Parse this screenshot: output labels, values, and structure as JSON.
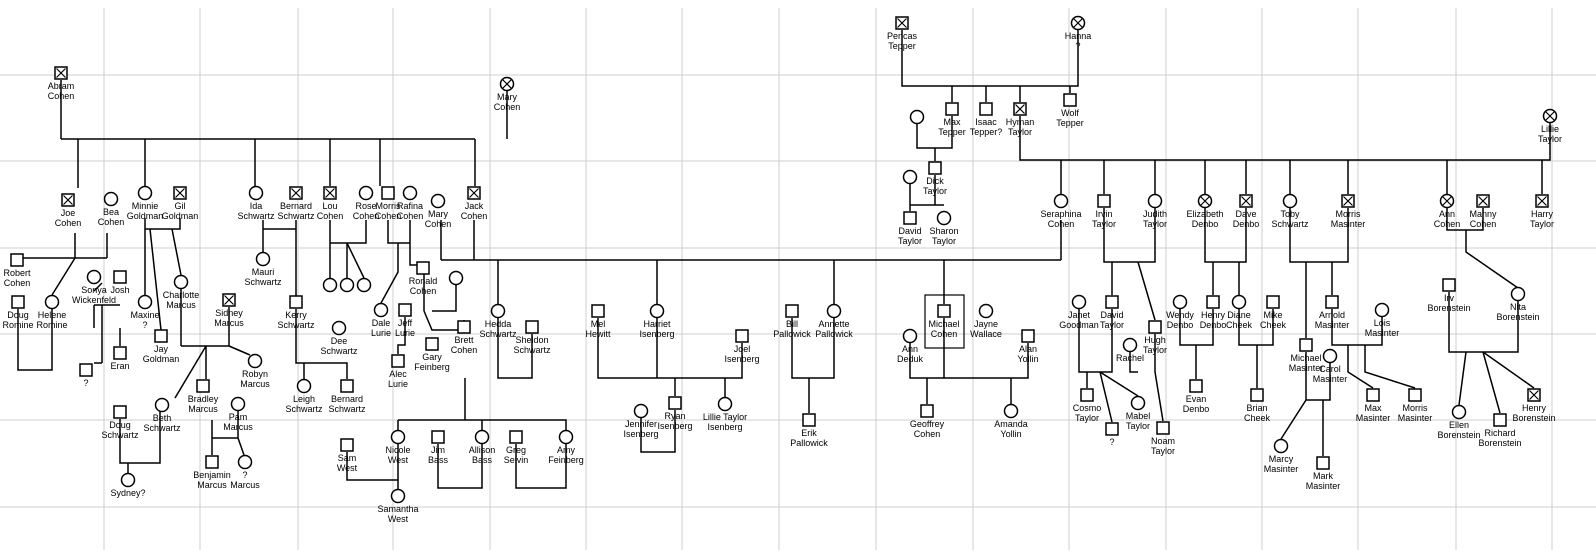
{
  "people": [
    {
      "id": "abram",
      "name": "Abram Cohen",
      "sex": "m",
      "deceased": true
    },
    {
      "id": "mary_c",
      "name": "Mary Cohen",
      "sex": "f",
      "deceased": true
    },
    {
      "id": "joe",
      "name": "Joe Cohen",
      "sex": "m",
      "deceased": true
    },
    {
      "id": "bea",
      "name": "Bea Cohen",
      "sex": "f",
      "deceased": false
    },
    {
      "id": "minnie",
      "name": "Minnie Goldman",
      "sex": "f",
      "deceased": false
    },
    {
      "id": "gil",
      "name": "Gil Goldman",
      "sex": "m",
      "deceased": true
    },
    {
      "id": "ida",
      "name": "Ida Schwartz",
      "sex": "f",
      "deceased": false
    },
    {
      "id": "bernard_s",
      "name": "Bernard Schwartz",
      "sex": "m",
      "deceased": true
    },
    {
      "id": "lou",
      "name": "Lou Cohen",
      "sex": "m",
      "deceased": true
    },
    {
      "id": "rose",
      "name": "Rose Cohen",
      "sex": "f",
      "deceased": false
    },
    {
      "id": "morris_c",
      "name": "Morris Cohen",
      "sex": "m",
      "deceased": false
    },
    {
      "id": "rafina",
      "name": "Rafina Cohen",
      "sex": "f",
      "deceased": false
    },
    {
      "id": "mary_c2",
      "name": "Mary Cohen",
      "sex": "f",
      "deceased": false
    },
    {
      "id": "jack",
      "name": "Jack Cohen",
      "sex": "m",
      "deceased": true
    },
    {
      "id": "robert",
      "name": "Robert Cohen",
      "sex": "m",
      "deceased": false
    },
    {
      "id": "sonya",
      "name": "Sonya Wickenfeld",
      "sex": "f",
      "deceased": false
    },
    {
      "id": "josh",
      "name": "Josh",
      "sex": "m",
      "deceased": false
    },
    {
      "id": "doug_r",
      "name": "Doug Romine",
      "sex": "m",
      "deceased": false
    },
    {
      "id": "helene",
      "name": "Helene Romine",
      "sex": "f",
      "deceased": false
    },
    {
      "id": "unk1",
      "name": "?",
      "sex": "m",
      "deceased": false
    },
    {
      "id": "eran",
      "name": "Eran",
      "sex": "m",
      "deceased": false
    },
    {
      "id": "maxine",
      "name": "Maxine ?",
      "sex": "f",
      "deceased": false
    },
    {
      "id": "jay",
      "name": "Jay Goldman",
      "sex": "m",
      "deceased": false
    },
    {
      "id": "charlotte",
      "name": "Charlotte Marcus",
      "sex": "f",
      "deceased": false
    },
    {
      "id": "sidney",
      "name": "Sidney Marcus",
      "sex": "m",
      "deceased": true
    },
    {
      "id": "robyn",
      "name": "Robyn Marcus",
      "sex": "f",
      "deceased": false
    },
    {
      "id": "bradley",
      "name": "Bradley Marcus",
      "sex": "m",
      "deceased": false
    },
    {
      "id": "pam",
      "name": "Pam Marcus",
      "sex": "f",
      "deceased": false
    },
    {
      "id": "benjamin",
      "name": "Benjamin Marcus",
      "sex": "m",
      "deceased": false
    },
    {
      "id": "qmarcus",
      "name": "? Marcus",
      "sex": "f",
      "deceased": false
    },
    {
      "id": "beth",
      "name": "Beth Schwartz",
      "sex": "f",
      "deceased": false
    },
    {
      "id": "doug_s",
      "name": "Doug Schwartz",
      "sex": "m",
      "deceased": false
    },
    {
      "id": "sydney",
      "name": "Sydney?",
      "sex": "f",
      "deceased": false
    },
    {
      "id": "mauri",
      "name": "Mauri Schwartz",
      "sex": "f",
      "deceased": false
    },
    {
      "id": "kerry",
      "name": "Kerry Schwartz",
      "sex": "m",
      "deceased": false
    },
    {
      "id": "leigh",
      "name": "Leigh Schwartz",
      "sex": "f",
      "deceased": false
    },
    {
      "id": "bernard_s2",
      "name": "Bernard Schwartz",
      "sex": "m",
      "deceased": false
    },
    {
      "id": "dee",
      "name": "Dee Schwartz",
      "sex": "f",
      "deceased": false
    },
    {
      "id": "lc1",
      "name": "",
      "sex": "f",
      "deceased": false
    },
    {
      "id": "lc2",
      "name": "",
      "sex": "f",
      "deceased": false
    },
    {
      "id": "lc3",
      "name": "",
      "sex": "f",
      "deceased": false
    },
    {
      "id": "ronald",
      "name": "Ronald Cohen",
      "sex": "m",
      "deceased": false
    },
    {
      "id": "dale",
      "name": "Dale Lurie",
      "sex": "f",
      "deceased": false
    },
    {
      "id": "jeff",
      "name": "Jeff Lurie",
      "sex": "m",
      "deceased": false
    },
    {
      "id": "alec",
      "name": "Alec Lurie",
      "sex": "m",
      "deceased": false
    },
    {
      "id": "rw",
      "name": "",
      "sex": "f",
      "deceased": false
    },
    {
      "id": "gary",
      "name": "Gary Feinberg",
      "sex": "m",
      "deceased": false
    },
    {
      "id": "brett",
      "name": "Brett Cohen",
      "sex": "m",
      "deceased": false
    },
    {
      "id": "hedda",
      "name": "Hedda Schwartz",
      "sex": "f",
      "deceased": false
    },
    {
      "id": "sheldon",
      "name": "Sheldon Schwartz",
      "sex": "m",
      "deceased": false
    },
    {
      "id": "nicole",
      "name": "Nicole West",
      "sex": "f",
      "deceased": false
    },
    {
      "id": "jim",
      "name": "Jim Bass",
      "sex": "m",
      "deceased": false
    },
    {
      "id": "allison",
      "name": "Allison Bass",
      "sex": "f",
      "deceased": false
    },
    {
      "id": "greg",
      "name": "Greg Selvin",
      "sex": "m",
      "deceased": false
    },
    {
      "id": "amy",
      "name": "Amy Feinberg",
      "sex": "f",
      "deceased": false
    },
    {
      "id": "sam",
      "name": "Sam West",
      "sex": "m",
      "deceased": false
    },
    {
      "id": "samantha",
      "name": "Samantha West",
      "sex": "f",
      "deceased": false
    },
    {
      "id": "mel",
      "name": "Mel Hewitt",
      "sex": "m",
      "deceased": false
    },
    {
      "id": "harriet",
      "name": "Harriet Isenberg",
      "sex": "f",
      "deceased": false
    },
    {
      "id": "joel",
      "name": "Joel Isenberg",
      "sex": "m",
      "deceased": false
    },
    {
      "id": "jennifer",
      "name": "Jennifer Isenberg",
      "sex": "f",
      "deceased": false
    },
    {
      "id": "ryan",
      "name": "Ryan Isenberg",
      "sex": "m",
      "deceased": false
    },
    {
      "id": "lillie_ti",
      "name": "Lillie Taylor Isenberg",
      "sex": "f",
      "deceased": false
    },
    {
      "id": "bill",
      "name": "Bill Pallowick",
      "sex": "m",
      "deceased": false
    },
    {
      "id": "annette",
      "name": "Annette Pallowick",
      "sex": "f",
      "deceased": false
    },
    {
      "id": "erik",
      "name": "Erik Pallowick",
      "sex": "m",
      "deceased": false
    },
    {
      "id": "michael_c",
      "name": "Michael Cohen",
      "sex": "m",
      "deceased": false
    },
    {
      "id": "jayne",
      "name": "Jayne Wallace",
      "sex": "f",
      "deceased": false
    },
    {
      "id": "ann_d",
      "name": "Ann Deduk",
      "sex": "f",
      "deceased": false
    },
    {
      "id": "alan",
      "name": "Alan Yollin",
      "sex": "m",
      "deceased": false
    },
    {
      "id": "geoffrey",
      "name": "Geoffrey Cohen",
      "sex": "m",
      "deceased": false
    },
    {
      "id": "amanda",
      "name": "Amanda Yollin",
      "sex": "f",
      "deceased": false
    },
    {
      "id": "pencas",
      "name": "Pencas Tepper",
      "sex": "m",
      "deceased": true
    },
    {
      "id": "hanna",
      "name": "Hanna ?",
      "sex": "f",
      "deceased": true
    },
    {
      "id": "max_t",
      "name": "Max Tepper",
      "sex": "m",
      "deceased": false
    },
    {
      "id": "isaac",
      "name": "Isaac Tepper?",
      "sex": "m",
      "deceased": false
    },
    {
      "id": "hyman",
      "name": "Hyman Taylor",
      "sex": "m",
      "deceased": true
    },
    {
      "id": "wolf",
      "name": "Wolf Tepper",
      "sex": "m",
      "deceased": false
    },
    {
      "id": "mt_w",
      "name": "",
      "sex": "f",
      "deceased": false
    },
    {
      "id": "dick",
      "name": "Dick Taylor",
      "sex": "m",
      "deceased": false
    },
    {
      "id": "dt_w",
      "name": "",
      "sex": "f",
      "deceased": false
    },
    {
      "id": "david_t1",
      "name": "David Taylor",
      "sex": "m",
      "deceased": false
    },
    {
      "id": "sharon",
      "name": "Sharon Taylor",
      "sex": "f",
      "deceased": false
    },
    {
      "id": "lillie_t",
      "name": "Lillie Taylor",
      "sex": "f",
      "deceased": true
    },
    {
      "id": "seraphina",
      "name": "Seraphina Cohen",
      "sex": "f",
      "deceased": false
    },
    {
      "id": "irvin",
      "name": "Irvin Taylor",
      "sex": "m",
      "deceased": false
    },
    {
      "id": "judith",
      "name": "Judith Taylor",
      "sex": "f",
      "deceased": false
    },
    {
      "id": "elizabeth",
      "name": "Elizabeth Denbo",
      "sex": "f",
      "deceased": true
    },
    {
      "id": "dave_d",
      "name": "Dave Denbo",
      "sex": "m",
      "deceased": true
    },
    {
      "id": "toby",
      "name": "Toby Schwartz",
      "sex": "f",
      "deceased": false
    },
    {
      "id": "morris_m",
      "name": "Morris Masinter",
      "sex": "m",
      "deceased": true
    },
    {
      "id": "ann_c",
      "name": "Ann Cohen",
      "sex": "f",
      "deceased": true
    },
    {
      "id": "manny",
      "name": "Manny Cohen",
      "sex": "m",
      "deceased": true
    },
    {
      "id": "harry",
      "name": "Harry Taylor",
      "sex": "m",
      "deceased": true
    },
    {
      "id": "janet",
      "name": "Janet Goodman",
      "sex": "f",
      "deceased": false
    },
    {
      "id": "david_t2",
      "name": "David Taylor",
      "sex": "m",
      "deceased": false
    },
    {
      "id": "rachel",
      "name": "Rachel",
      "sex": "f",
      "deceased": false
    },
    {
      "id": "hugh",
      "name": "Hugh Taylor",
      "sex": "m",
      "deceased": false
    },
    {
      "id": "cosmo",
      "name": "Cosmo Taylor",
      "sex": "m",
      "deceased": false
    },
    {
      "id": "mabel",
      "name": "Mabel Taylor",
      "sex": "f",
      "deceased": false
    },
    {
      "id": "unk2",
      "name": "?",
      "sex": "m",
      "deceased": false
    },
    {
      "id": "noam",
      "name": "Noam Taylor",
      "sex": "m",
      "deceased": false
    },
    {
      "id": "wendy",
      "name": "Wendy Denbo",
      "sex": "f",
      "deceased": false
    },
    {
      "id": "henry_d",
      "name": "Henry Denbo",
      "sex": "m",
      "deceased": false
    },
    {
      "id": "diane",
      "name": "Diane Cheek",
      "sex": "f",
      "deceased": false
    },
    {
      "id": "mike",
      "name": "Mike Cheek",
      "sex": "m",
      "deceased": false
    },
    {
      "id": "evan",
      "name": "Evan Denbo",
      "sex": "m",
      "deceased": false
    },
    {
      "id": "brian",
      "name": "Brian Cheek",
      "sex": "m",
      "deceased": false
    },
    {
      "id": "arnold",
      "name": "Arnold Masinter",
      "sex": "m",
      "deceased": false
    },
    {
      "id": "lois",
      "name": "Lois Masinter",
      "sex": "f",
      "deceased": false
    },
    {
      "id": "michael_m",
      "name": "Michael Masinter",
      "sex": "m",
      "deceased": false
    },
    {
      "id": "carol",
      "name": "Carol Masinter",
      "sex": "f",
      "deceased": false
    },
    {
      "id": "max_m",
      "name": "Max Masinter",
      "sex": "m",
      "deceased": false
    },
    {
      "id": "morris_m2",
      "name": "Morris Masinter",
      "sex": "m",
      "deceased": false
    },
    {
      "id": "marcy",
      "name": "Marcy Masinter",
      "sex": "f",
      "deceased": false
    },
    {
      "id": "mark",
      "name": "Mark Masinter",
      "sex": "m",
      "deceased": false
    },
    {
      "id": "irv",
      "name": "Irv Borenstein",
      "sex": "m",
      "deceased": false
    },
    {
      "id": "nita",
      "name": "Nita Borenstein",
      "sex": "f",
      "deceased": false
    },
    {
      "id": "ellen",
      "name": "Ellen Borenstein",
      "sex": "f",
      "deceased": false
    },
    {
      "id": "richard",
      "name": "Richard Borenstein",
      "sex": "m",
      "deceased": false
    },
    {
      "id": "henry_b",
      "name": "Henry Borenstein",
      "sex": "m",
      "deceased": true
    }
  ]
}
